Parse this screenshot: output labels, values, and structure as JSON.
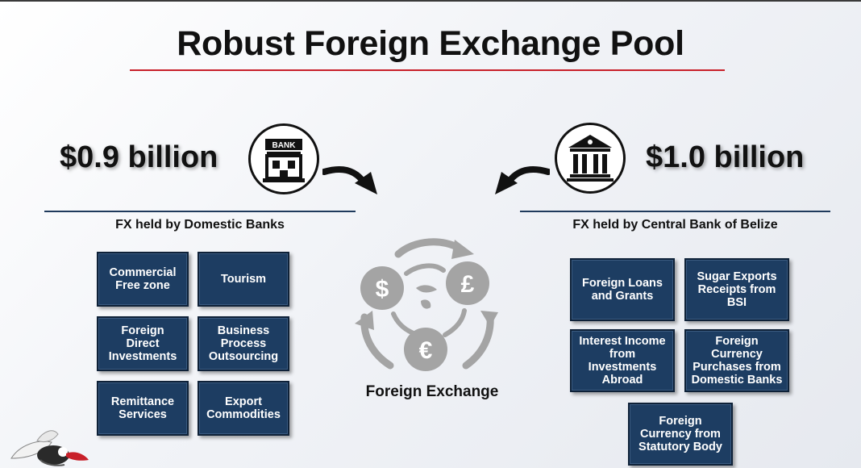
{
  "title": "Robust Foreign Exchange Pool",
  "left": {
    "amount": "$0.9 billion",
    "label": "FX held by Domestic Banks",
    "icon": "bank-building-icon",
    "icon_text": "BANK",
    "boxes": [
      "Commercial\nFree zone",
      "Tourism",
      "Foreign\nDirect\nInvestments",
      "Business\nProcess\nOutsourcing",
      "Remittance\nServices",
      "Export\nCommodities"
    ]
  },
  "right": {
    "amount": "$1.0 billion",
    "label": "FX held by Central Bank of Belize",
    "icon": "central-bank-icon",
    "boxes": [
      "Foreign Loans\nand Grants",
      "Sugar Exports\nReceipts from\nBSI",
      "Interest Income\nfrom\nInvestments\nAbroad",
      "Foreign\nCurrency\nPurchases from\nDomestic Banks",
      "Foreign\nCurrency from\nStatutory Body"
    ]
  },
  "center": {
    "label": "Foreign Exchange",
    "icon": "foreign-exchange-cycle-icon",
    "symbols": [
      "$",
      "£",
      "€"
    ]
  },
  "colors": {
    "box_fill": "#1d3d62",
    "title_underline": "#c8202a",
    "divider": "#1f3a5c",
    "icon_gray": "#a4a4a4"
  }
}
